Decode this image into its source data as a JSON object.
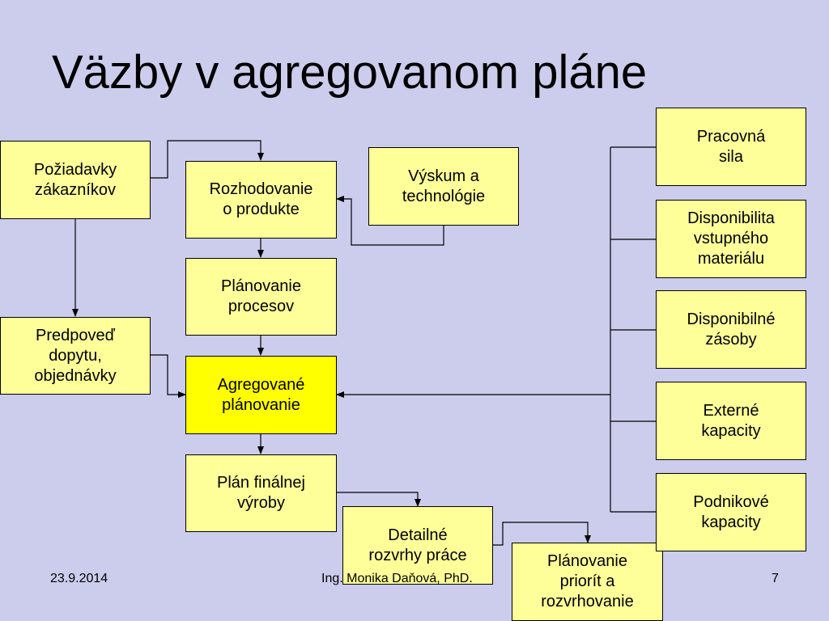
{
  "title": "Väzby v agregovanom pláne",
  "boxes": {
    "poziadavky": "Požiadavky\nzákazníkov",
    "rozhodovanie": "Rozhodovanie\no produkte",
    "vyskum": "Výskum a\ntechnológie",
    "planovanie_procesov": "Plánovanie\nprocesov",
    "predpoved": "Predpoveď\ndopytu,\nobjednávky",
    "agregovane": "Agregované\nplánovanie",
    "plan_finalnej": "Plán finálnej\nvýroby",
    "detailne": "Detailné\nrozvrhy práce",
    "planovanie_priorit": "Plánovanie\npriorít a\nrozvrhovanie",
    "pracovna_sila": "Pracovná\nsila",
    "disponibilita": "Disponibilita\nvstupného\nmateriálu",
    "zasoby": "Disponibilné\nzásoby",
    "externe": "Externé\nkapacity",
    "podnikove": "Podnikové\nkapacity"
  },
  "footer": {
    "date": "23.9.2014",
    "author": "Ing. Monika Daňová, PhD.",
    "page": "7"
  },
  "colors": {
    "background": "#cccced",
    "box_fill": "#ffff99",
    "highlight_fill": "#ffff00"
  }
}
